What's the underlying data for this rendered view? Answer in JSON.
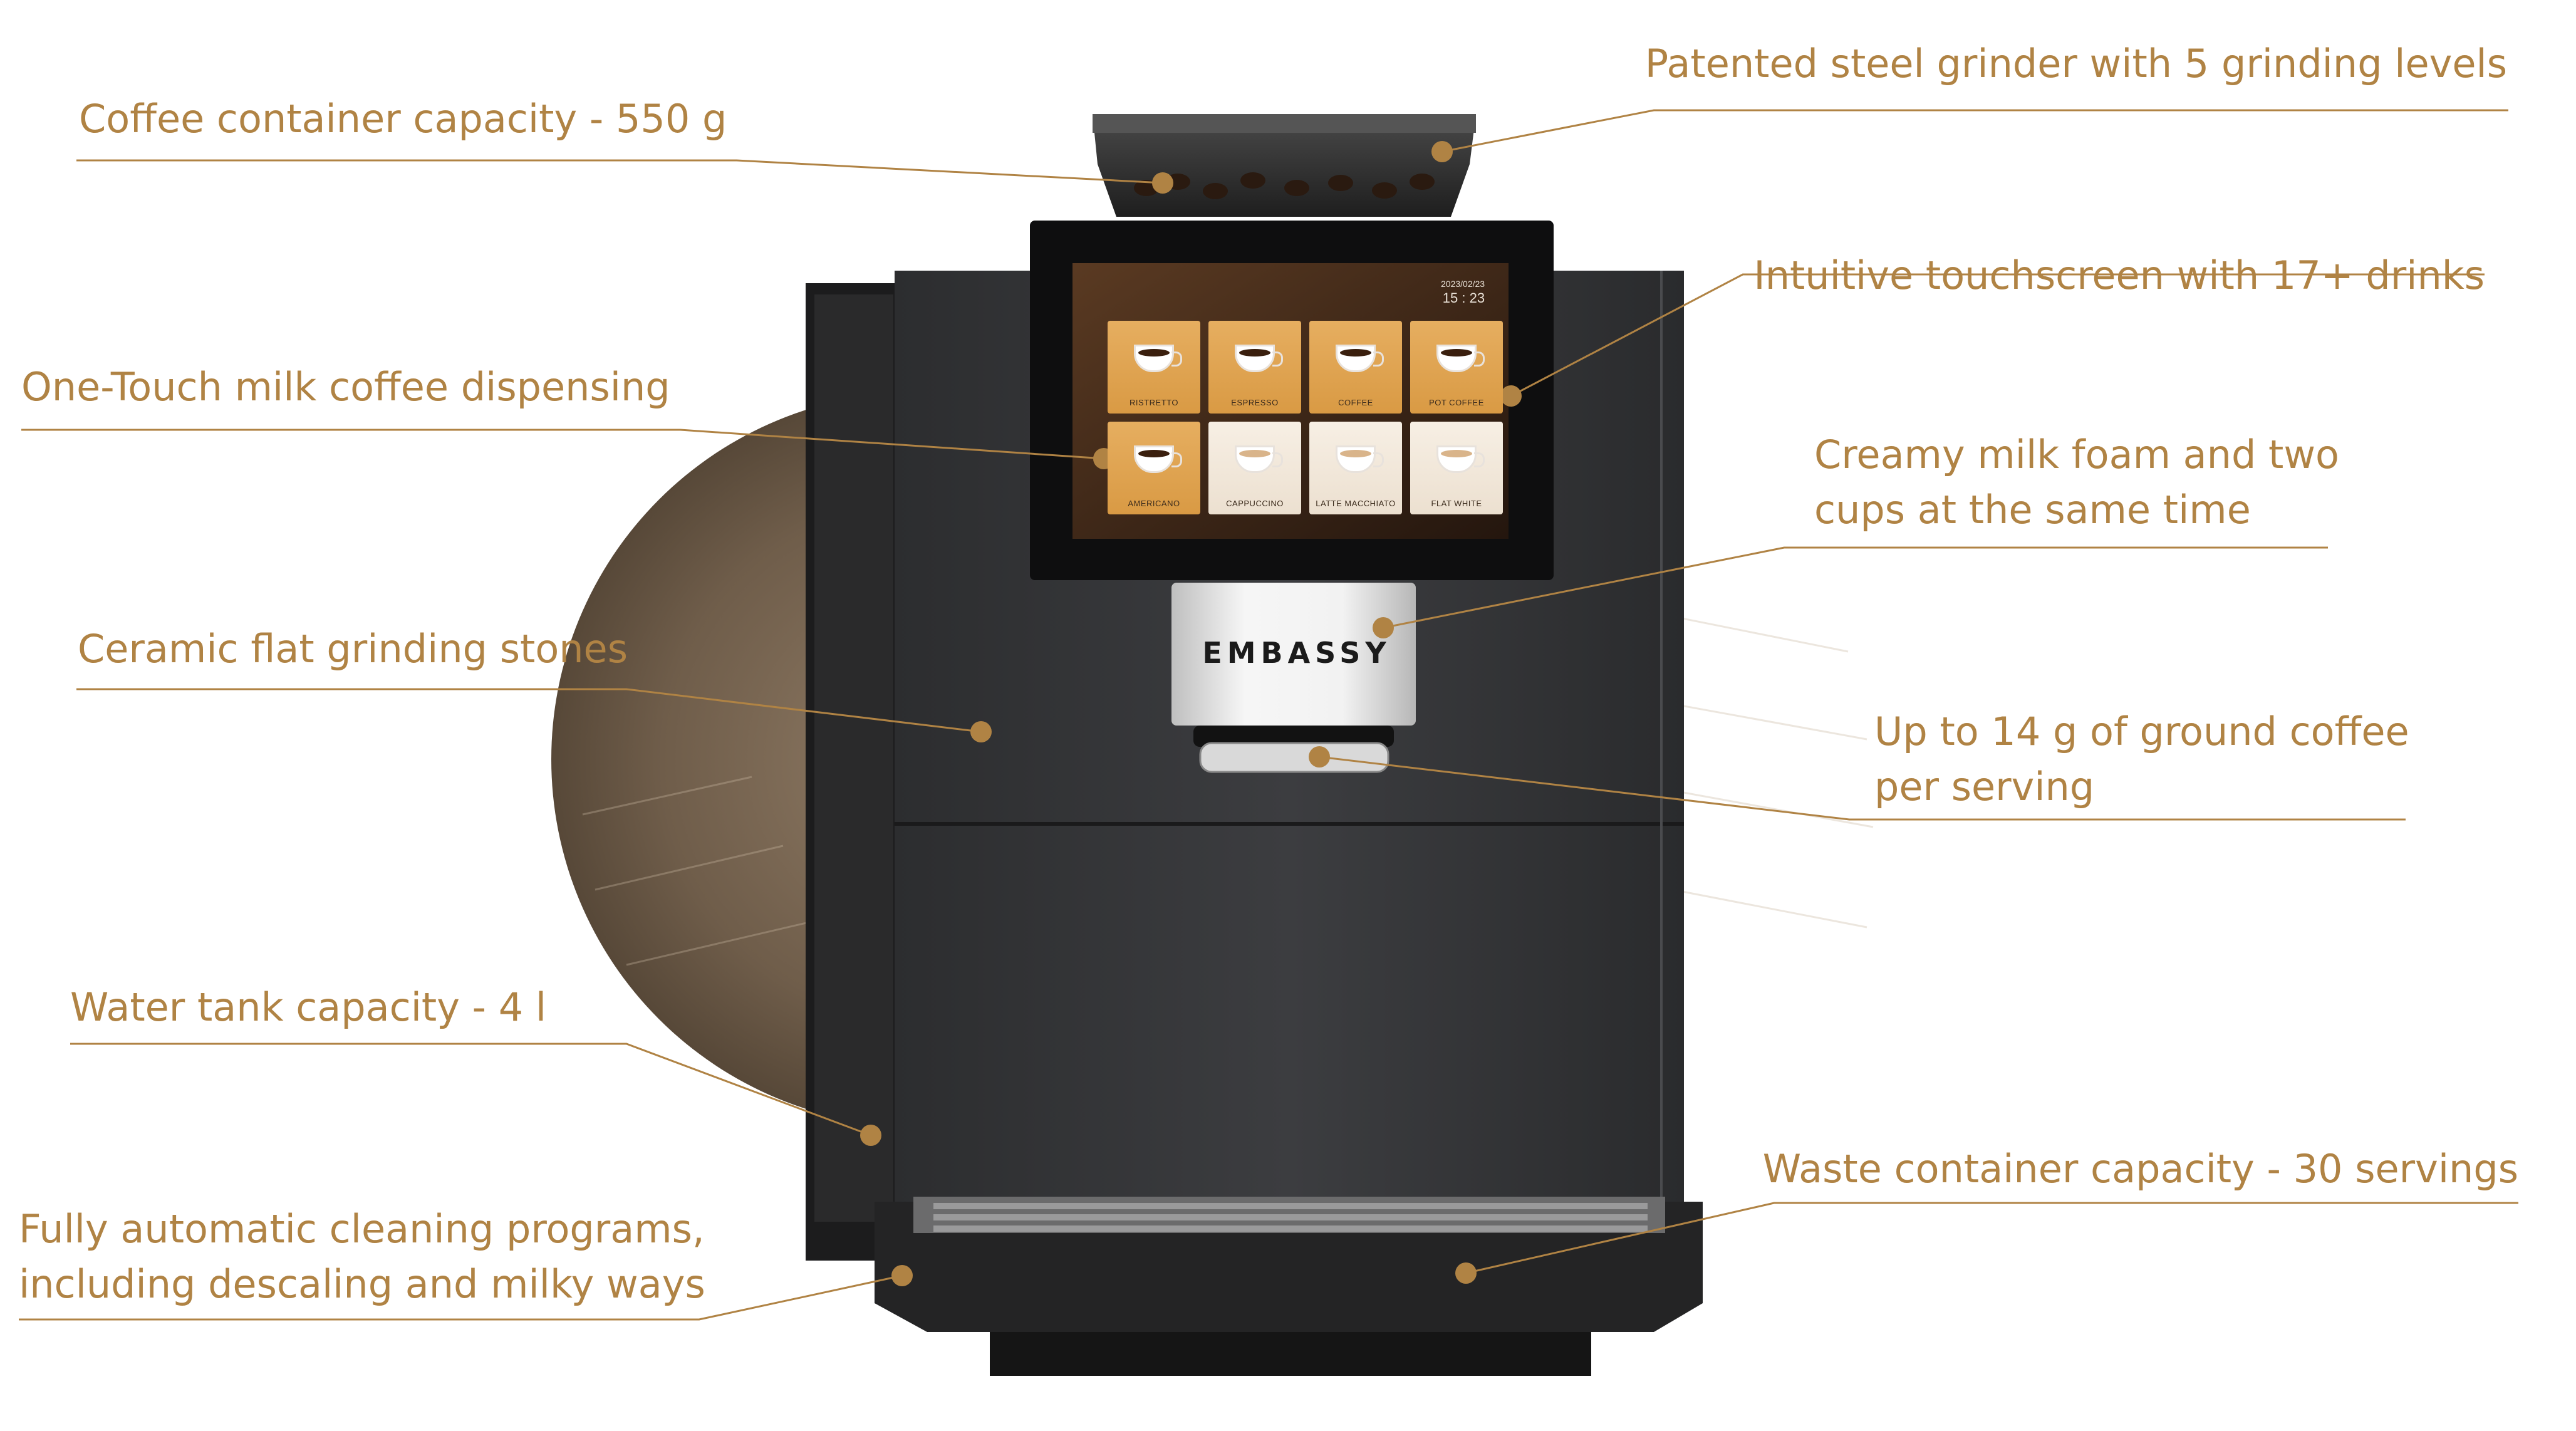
{
  "brand": "EMBASSY",
  "colors": {
    "accent": "#b08344",
    "body": "#3a3b3d",
    "body_dark": "#2a2b2d",
    "screen_bg": "#2b1d14",
    "background": "#ffffff"
  },
  "screen": {
    "date": "2023/02/23",
    "time": "15 : 23",
    "drinks": [
      {
        "label": "RISTRETTO",
        "style": "amber"
      },
      {
        "label": "ESPRESSO",
        "style": "amber"
      },
      {
        "label": "COFFEE",
        "style": "amber"
      },
      {
        "label": "POT COFFEE",
        "style": "amber"
      },
      {
        "label": "AMERICANO",
        "style": "amber"
      },
      {
        "label": "CAPPUCCINO",
        "style": "cream"
      },
      {
        "label": "LATTE MACCHIATO",
        "style": "cream"
      },
      {
        "label": "FLAT WHITE",
        "style": "cream"
      }
    ]
  },
  "callouts": {
    "coffee_container": {
      "lines": [
        "Coffee container capacity - 550 g"
      ]
    },
    "grinder": {
      "lines": [
        "Patented steel grinder with 5 grinding levels"
      ]
    },
    "touchscreen": {
      "lines": [
        "Intuitive touchscreen with 17+ drinks"
      ]
    },
    "one_touch": {
      "lines": [
        "One-Touch milk coffee dispensing"
      ]
    },
    "milk_foam": {
      "lines": [
        "Creamy milk foam and two",
        "cups at the same time"
      ]
    },
    "ceramic": {
      "lines": [
        "Ceramic flat grinding stones"
      ]
    },
    "ground_coffee": {
      "lines": [
        "Up to 14 g of ground coffee",
        "per serving"
      ]
    },
    "water_tank": {
      "lines": [
        "Water tank capacity - 4 l"
      ]
    },
    "waste": {
      "lines": [
        "Waste container capacity - 30 servings"
      ]
    },
    "cleaning": {
      "lines": [
        "Fully automatic cleaning programs,",
        "including descaling and milky ways"
      ]
    }
  }
}
